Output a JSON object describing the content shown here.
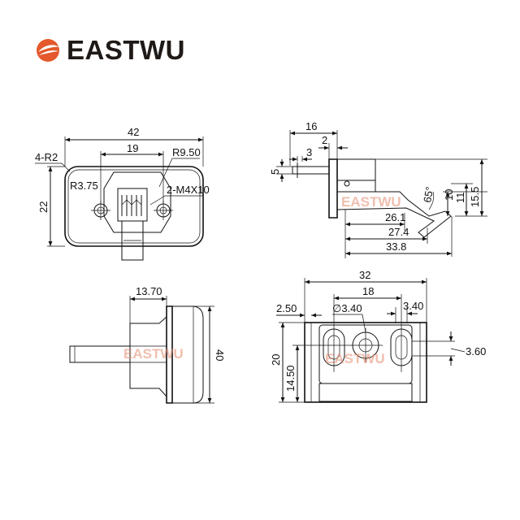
{
  "brand": {
    "name": "EASTWU",
    "accent": "#e4582b",
    "text_color": "#1f1a17"
  },
  "watermark": "EASTWU",
  "front_view": {
    "width": "42",
    "hole_spacing": "19",
    "holes": "4-R2",
    "radius_right": "R9.50",
    "radius_left": "R3.75",
    "screw": "2-M4X10",
    "height": "22"
  },
  "side_view": {
    "top_width": "16",
    "offset_2": "2",
    "offset_3": "3",
    "pin_height": "5",
    "angle": "65°",
    "h10": "10",
    "h11": "11",
    "h15": "15.5",
    "len_26": "26.1",
    "len_27": "27.4",
    "len_33": "33.8"
  },
  "left_view": {
    "width": "13.70",
    "height": "40"
  },
  "bottom_view": {
    "total": "32",
    "slot_spacing": "18",
    "hole": "∅3.40",
    "slot_w": "3.40",
    "edge": "2.50",
    "height": "20",
    "lower": "14.50",
    "slot_h": "3.60"
  }
}
